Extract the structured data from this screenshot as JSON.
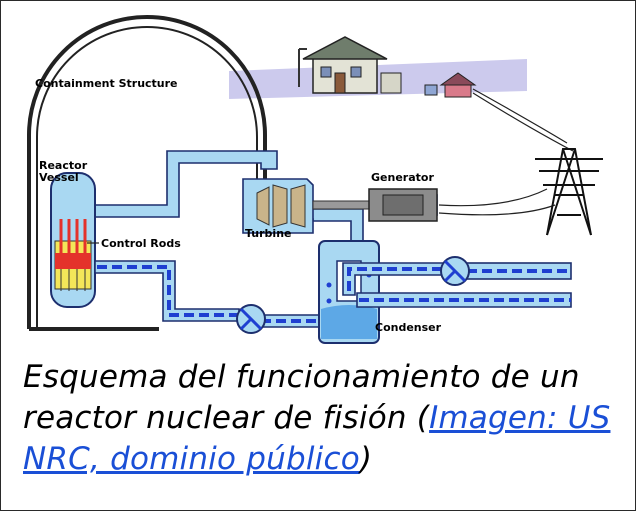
{
  "diagram": {
    "labels": {
      "containment": "Containment Structure",
      "reactor_vessel_line1": "Reactor",
      "reactor_vessel_line2": "Vessel",
      "control_rods": "Control Rods",
      "turbine": "Turbine",
      "generator": "Generator",
      "condenser": "Condenser"
    },
    "colors": {
      "pipe_light": "#a9d8f2",
      "pipe_dark": "#1f3fd1",
      "water": "#5da8e6",
      "core_red": "#e4322b",
      "core_yellow": "#f3e659"
    }
  },
  "caption": {
    "text_before": "Esquema del funcionamiento de un reactor nuclear de fisión (",
    "link_text": "Imagen: US NRC, dominio público",
    "text_after": ")"
  }
}
